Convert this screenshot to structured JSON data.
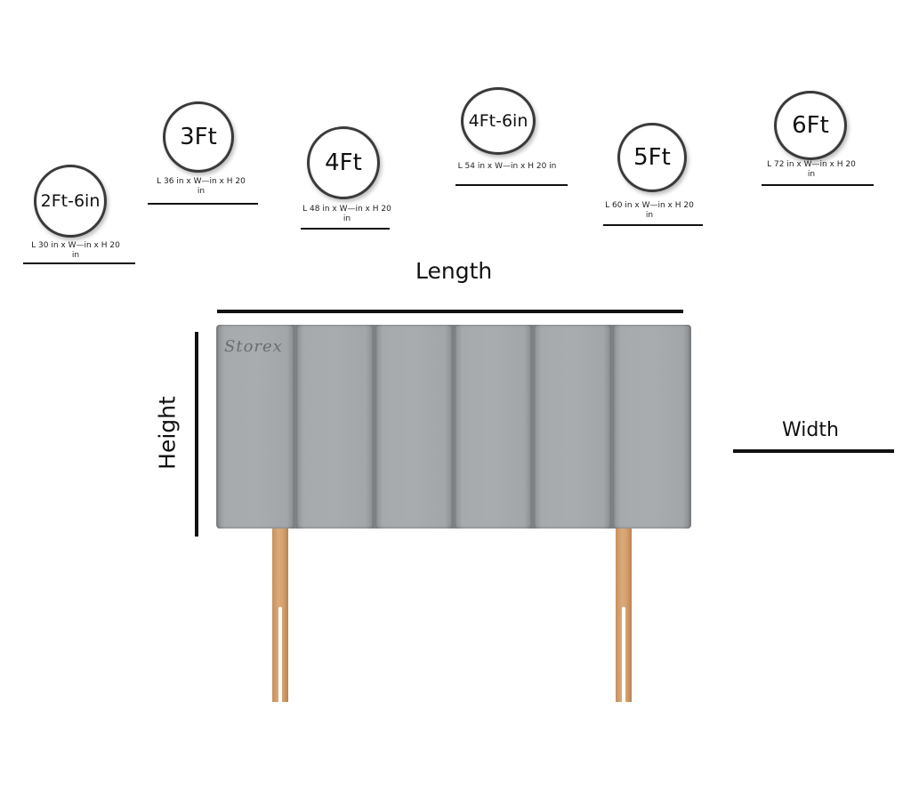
{
  "sizes": [
    {
      "label": "2Ft-6in",
      "dims": "L 30 in x W—in x H 20 in"
    },
    {
      "label": "3Ft",
      "dims": "L 36 in x W—in x H 20 in"
    },
    {
      "label": "4Ft",
      "dims": "L 48 in x W—in x H 20 in"
    },
    {
      "label": "4Ft-6in",
      "dims": "L 54 in x W—in x H 20 in"
    },
    {
      "label": "5Ft",
      "dims": "L 60 in x W—in x H 20 in"
    },
    {
      "label": "6Ft",
      "dims": "L 72 in x W—in x H 20 in"
    }
  ],
  "diagram": {
    "length_label": "Length",
    "height_label": "Height",
    "width_label": "Width",
    "brand": "Storex"
  },
  "colors": {
    "fabric": "#a9acaf",
    "wood": "#d9a676",
    "line": "#111111"
  }
}
